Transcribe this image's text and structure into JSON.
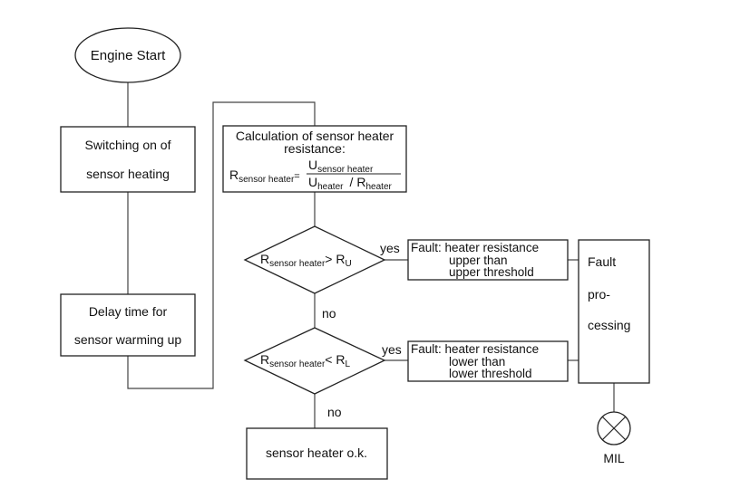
{
  "nodes": {
    "start": "Engine Start",
    "switch_on": [
      "Switching on of",
      "sensor heating"
    ],
    "delay": [
      "Delay time for",
      "sensor warming up"
    ],
    "calc": {
      "title_l1": "Calculation of sensor heater",
      "title_l2": "resistance:",
      "lhs_base": "R",
      "lhs_sub": "sensor heater",
      "eq": "=",
      "num_base": "U",
      "num_sub": "sensor heater",
      "den_base1": "U",
      "den_sub1": "heater",
      "den_slash": "/",
      "den_base2": "R",
      "den_sub2": "heater"
    },
    "cond_upper": {
      "base": "R",
      "sub": "sensor heater",
      "op": "> R",
      "rsub": "U"
    },
    "cond_lower": {
      "base": "R",
      "sub": "sensor heater",
      "op": "< R",
      "rsub": "L"
    },
    "fault_upper": [
      "Fault: heater resistance",
      "upper than",
      "upper threshold"
    ],
    "fault_lower": [
      "Fault: heater resistance",
      "lower than",
      "lower threshold"
    ],
    "fault_processing": [
      "Fault",
      "pro-",
      "cessing"
    ],
    "ok": "sensor heater o.k.",
    "mil": "MIL"
  },
  "edges": {
    "yes_upper": "yes",
    "yes_lower": "yes",
    "no_upper": "no",
    "no_lower": "no"
  }
}
